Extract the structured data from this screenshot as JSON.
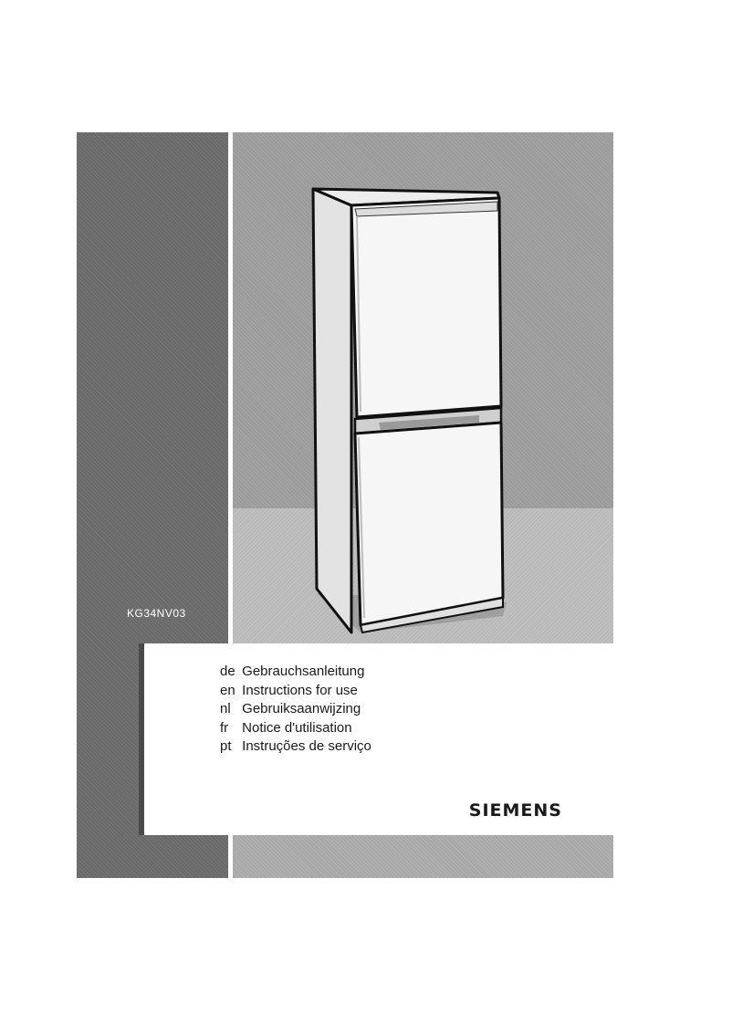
{
  "cover": {
    "model": "KG34NV03",
    "languages": [
      {
        "code": "de",
        "title": "Gebrauchsanleitung"
      },
      {
        "code": "en",
        "title": "Instructions for use"
      },
      {
        "code": "nl",
        "title": "Gebruiksaanwijzing"
      },
      {
        "code": "fr",
        "title": "Notice d'utilisation"
      },
      {
        "code": "pt",
        "title": "Instruções de serviço"
      }
    ],
    "brand": "SIEMENS"
  },
  "colors": {
    "band_dark": "#6a6a6a",
    "wall": "#9b9b9b",
    "floor": "#b9b9b9",
    "text": "#1a1a1a"
  },
  "icons": {
    "illustration": "fridge-freezer-illustration"
  }
}
